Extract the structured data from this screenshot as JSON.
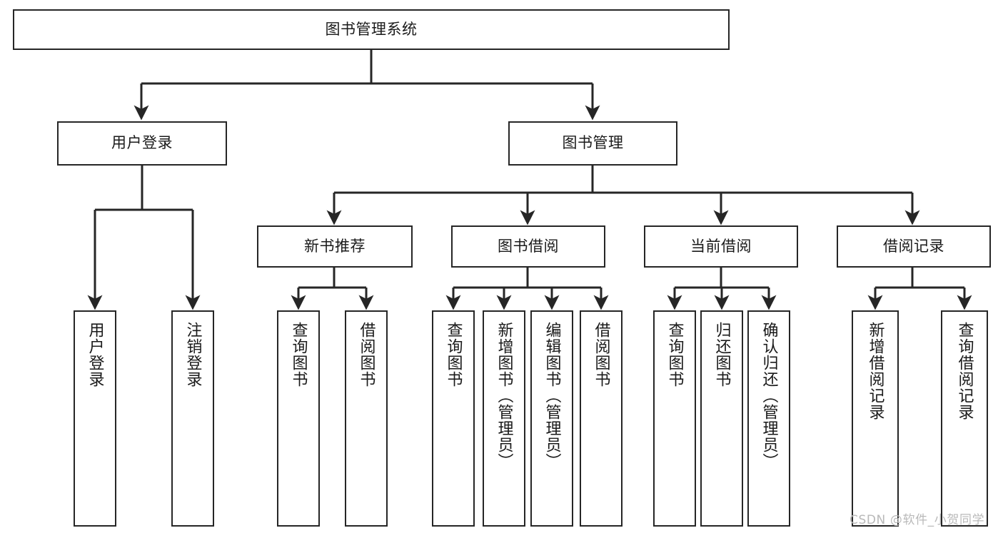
{
  "diagram": {
    "type": "tree-flowchart",
    "title": "图书管理系统",
    "watermark": "CSDN @软件_小贺同学",
    "colors": {
      "box_border": "#262626",
      "box_fill": "#ffffff",
      "connector": "#262626",
      "text": "#1a1a1a",
      "watermark": "#b9b9b9"
    },
    "levels": {
      "root": {
        "label": "图书管理系统"
      },
      "level2": [
        {
          "label": "用户登录"
        },
        {
          "label": "图书管理"
        }
      ],
      "level3": [
        {
          "label": "新书推荐"
        },
        {
          "label": "图书借阅"
        },
        {
          "label": "当前借阅"
        },
        {
          "label": "借阅记录"
        }
      ],
      "leaves": {
        "user_login": [
          {
            "label": "用户登录"
          },
          {
            "label": "注销登录"
          }
        ],
        "new_book_recommend": [
          {
            "label": "查询图书"
          },
          {
            "label": "借阅图书"
          }
        ],
        "book_borrow": [
          {
            "label": "查询图书"
          },
          {
            "label": "新增图书（管理员）"
          },
          {
            "label": "编辑图书（管理员）"
          },
          {
            "label": "借阅图书"
          }
        ],
        "current_borrow": [
          {
            "label": "查询图书"
          },
          {
            "label": "归还图书"
          },
          {
            "label": "确认归还（管理员）"
          }
        ],
        "borrow_record": [
          {
            "label": "新增借阅记录"
          },
          {
            "label": "查询借阅记录"
          }
        ]
      }
    }
  }
}
